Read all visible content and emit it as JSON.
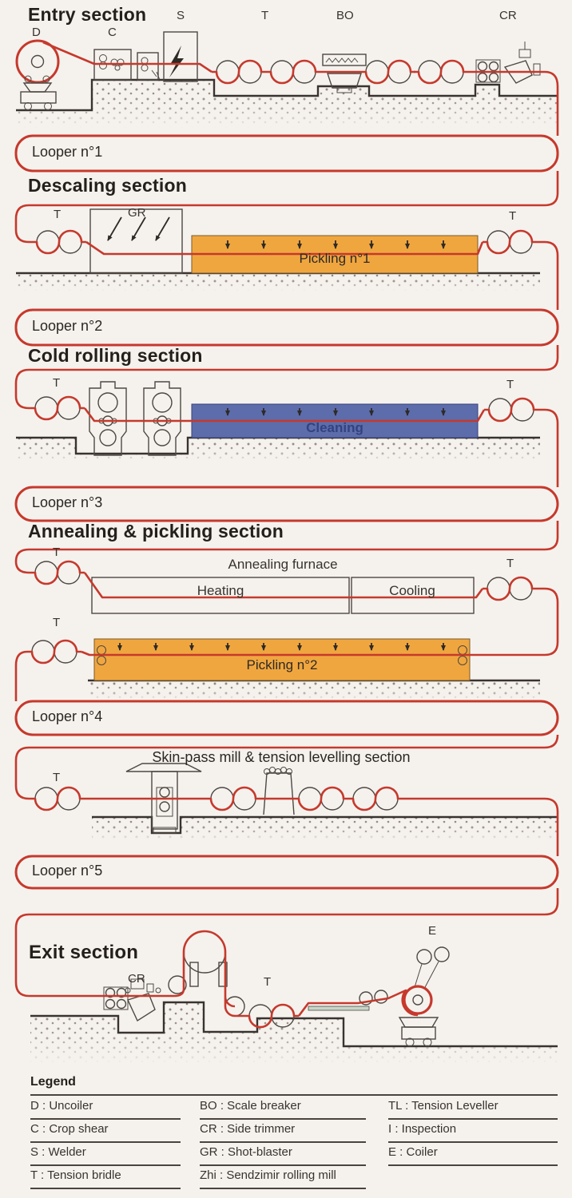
{
  "colors": {
    "strip_red": "#c6392c",
    "tank_orange": "#f0a63f",
    "tank_blue": "#5d6cab",
    "background": "#f5f2ee",
    "ink": "#2e2a26"
  },
  "sections": {
    "entry": {
      "title": "Entry section",
      "labels": {
        "uncoiler": "D",
        "crop_shear": "C",
        "welder": "S",
        "tension_bridle": "T",
        "scale_breaker": "BO",
        "side_trimmer": "CR"
      }
    },
    "looper1": {
      "label": "Looper n°1"
    },
    "descaling": {
      "title": "Descaling section",
      "labels": {
        "tension_bridle_left": "T",
        "shot_blaster": "GR",
        "tension_bridle_right": "T"
      },
      "tank_label": "Pickling n°1"
    },
    "looper2": {
      "label": "Looper n°2"
    },
    "cold_rolling": {
      "title": "Cold rolling section",
      "labels": {
        "tension_bridle_left": "T",
        "tension_bridle_right": "T"
      },
      "tank_label": "Cleaning"
    },
    "looper3": {
      "label": "Looper n°3"
    },
    "annealing": {
      "title": "Annealing & pickling section",
      "labels": {
        "tension_bridle_1": "T",
        "tension_bridle_right": "T",
        "tension_bridle_2": "T"
      },
      "furnace_label": "Annealing furnace",
      "heating_label": "Heating",
      "cooling_label": "Cooling",
      "tank_label": "Pickling n°2"
    },
    "looper4": {
      "label": "Looper n°4"
    },
    "skin_pass": {
      "title": "Skin-pass mill & tension levelling section",
      "labels": {
        "tension_bridle": "T"
      }
    },
    "looper5": {
      "label": "Looper n°5"
    },
    "exit": {
      "title": "Exit section",
      "labels": {
        "side_trimmer": "CR",
        "tension_bridle": "T",
        "coiler": "E"
      }
    }
  },
  "legend": {
    "title": "Legend",
    "columns": [
      [
        "D : Uncoiler",
        "C : Crop shear",
        "S : Welder",
        "T : Tension bridle"
      ],
      [
        "BO : Scale breaker",
        "CR : Side trimmer",
        "GR : Shot-blaster",
        "Zhi : Sendzimir rolling mill"
      ],
      [
        "TL : Tension Leveller",
        "I : Inspection",
        "E : Coiler"
      ]
    ]
  }
}
